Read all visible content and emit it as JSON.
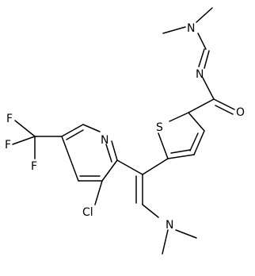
{
  "molecule": {
    "colors": {
      "bond": "#000000",
      "label": "#000000",
      "background": "#ffffff"
    },
    "atoms": [
      {
        "id": "F1",
        "label": "F"
      },
      {
        "id": "F2",
        "label": "F"
      },
      {
        "id": "F3",
        "label": "F"
      },
      {
        "id": "N_py",
        "label": "N"
      },
      {
        "id": "Cl",
        "label": "Cl"
      },
      {
        "id": "S",
        "label": "S"
      },
      {
        "id": "O",
        "label": "O"
      },
      {
        "id": "N_imine",
        "label": "N"
      },
      {
        "id": "N_amidine",
        "label": "N"
      },
      {
        "id": "N_enamine",
        "label": "N"
      }
    ]
  }
}
